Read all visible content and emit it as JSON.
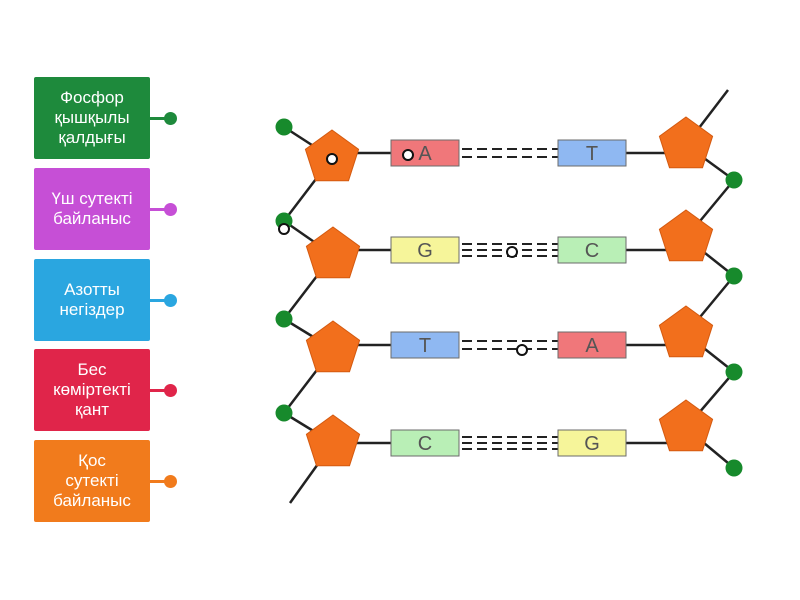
{
  "labels": [
    {
      "lines": [
        "Фосфор",
        "қышқылы",
        "қалдығы"
      ],
      "color": "#1e8a3c"
    },
    {
      "lines": [
        "Үш сутекті",
        "байланыс"
      ],
      "color": "#c64fd6"
    },
    {
      "lines": [
        "Азотты",
        "негіздер"
      ],
      "color": "#2aa6e0"
    },
    {
      "lines": [
        "Бес",
        "көміртекті",
        "қант"
      ],
      "color": "#e0254a"
    },
    {
      "lines": [
        "Қос",
        "сутекті",
        "байланыс"
      ],
      "color": "#f17b1c"
    }
  ],
  "pairs": [
    {
      "left": "A",
      "right": "T",
      "left_color": "#f0777a",
      "right_color": "#8fb8f2",
      "bonds": 2
    },
    {
      "left": "G",
      "right": "C",
      "left_color": "#f6f59a",
      "right_color": "#b9efb6",
      "bonds": 3
    },
    {
      "left": "T",
      "right": "A",
      "left_color": "#8fb8f2",
      "right_color": "#f0777a",
      "bonds": 2
    },
    {
      "left": "C",
      "right": "G",
      "left_color": "#b9efb6",
      "right_color": "#f6f59a",
      "bonds": 3
    }
  ],
  "colors": {
    "sugar": "#f26f1c",
    "phosphate": "#178a2c",
    "backbone": "#222222",
    "drop_target_outline": "#111111"
  }
}
